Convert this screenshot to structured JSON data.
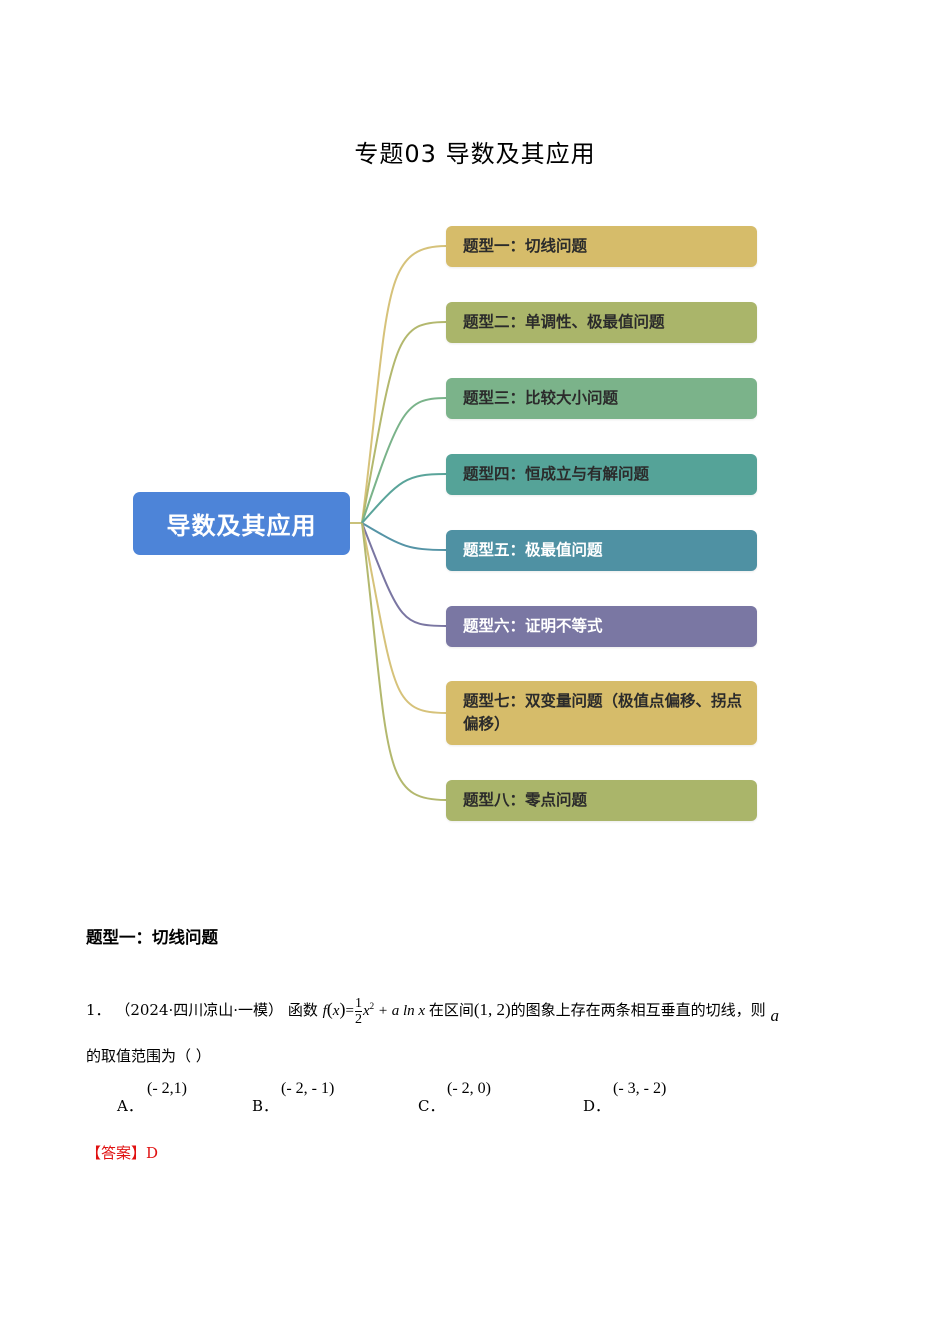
{
  "document": {
    "title": "专题03  导数及其应用"
  },
  "mindmap": {
    "root": {
      "label": "导数及其应用",
      "color": "#4d84d8"
    },
    "topics": [
      {
        "label": "题型一：切线问题",
        "color": "#d6bc6a",
        "line_color": "#d6c27a"
      },
      {
        "label": "题型二：单调性、极最值问题",
        "color": "#aab56a",
        "line_color": "#b3b86e"
      },
      {
        "label": "题型三：比较大小问题",
        "color": "#7bb38a",
        "line_color": "#7ab38a"
      },
      {
        "label": "题型四：恒成立与有解问题",
        "color": "#55a398",
        "line_color": "#5aa49a"
      },
      {
        "label": "题型五：极最值问题",
        "color": "#4f91a3",
        "line_color": "#5594a6"
      },
      {
        "label": "题型六：证明不等式",
        "color": "#7a77a3",
        "line_color": "#7a76a2"
      },
      {
        "label": "题型七：双变量问题（极值点偏移、拐点偏移）",
        "color": "#d6bc6a",
        "line_color": "#d6c27a"
      },
      {
        "label": "题型八：零点问题",
        "color": "#aab56a",
        "line_color": "#b3b86e"
      }
    ]
  },
  "section": {
    "heading": "题型一：切线问题"
  },
  "question": {
    "number": "1．",
    "source": "（2024·四川凉山·一模）",
    "prefix": "函数",
    "func_lhs": "f",
    "func_arg": "x",
    "frac_num": "1",
    "frac_den": "2",
    "func_term1": "x",
    "func_exp": "2",
    "func_term2": "+ a ln x",
    "mid_text": "在区间",
    "interval": "(1, 2)",
    "tail_text": "的图象上存在两条相互垂直的切线，则",
    "var": "a",
    "line2": "的取值范围为（    ）",
    "options": [
      {
        "label": "A．",
        "value": "(- 2,1)"
      },
      {
        "label": "B．",
        "value": "(- 2, - 1)"
      },
      {
        "label": "C．",
        "value": "(- 2, 0)"
      },
      {
        "label": "D．",
        "value": "(- 3, - 2)"
      }
    ]
  },
  "answer": {
    "text": "【答案】D",
    "color": "#e01010"
  }
}
